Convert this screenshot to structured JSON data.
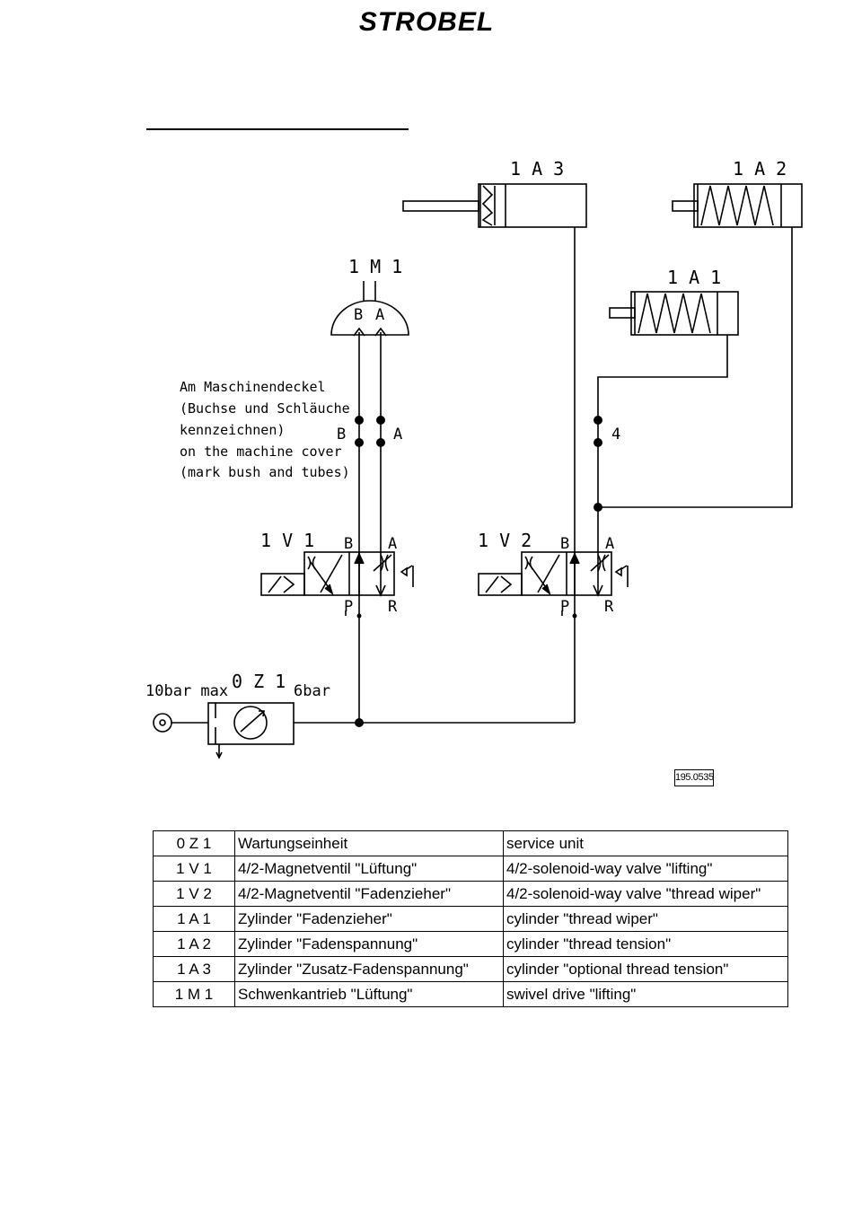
{
  "header": {
    "brand": "STROBEL"
  },
  "schematic": {
    "components": {
      "cylinder_1A3": "1 A 3",
      "cylinder_1A2": "1 A 2",
      "cylinder_1A1": "1 A 1",
      "swivel_drive": "1 M 1",
      "valve_1V1": "1 V 1",
      "valve_1V2": "1 V 2",
      "service_unit": "0 Z 1"
    },
    "ports": {
      "B": "B",
      "A": "A",
      "P": "P",
      "R": "R",
      "line4": "4"
    },
    "pressure": {
      "max": "10bar max",
      "set": "6bar"
    },
    "note": [
      "Am Maschinendeckel",
      "(Buchse und Schläuche",
      "kennzeichnen)",
      "on the machine cover",
      "(mark bush and tubes)"
    ],
    "drawing_number": "195.0535"
  },
  "legend": {
    "rows": [
      {
        "id": "0 Z 1",
        "de": "Wartungseinheit",
        "en": "service unit"
      },
      {
        "id": "1 V 1",
        "de": "4/2-Magnetventil \"Lüftung\"",
        "en": "4/2-solenoid-way valve \"lifting\""
      },
      {
        "id": "1 V 2",
        "de": "4/2-Magnetventil \"Fadenzieher\"",
        "en": "4/2-solenoid-way valve \"thread wiper\""
      },
      {
        "id": "1 A 1",
        "de": "Zylinder \"Fadenzieher\"",
        "en": "cylinder \"thread wiper\""
      },
      {
        "id": "1 A 2",
        "de": "Zylinder \"Fadenspannung\"",
        "en": "cylinder \"thread tension\""
      },
      {
        "id": "1 A 3",
        "de": "Zylinder \"Zusatz-Fadenspannung\"",
        "en": "cylinder \"optional thread tension\""
      },
      {
        "id": "1 M 1",
        "de": "Schwenkantrieb \"Lüftung\"",
        "en": "swivel drive \"lifting\""
      }
    ]
  }
}
